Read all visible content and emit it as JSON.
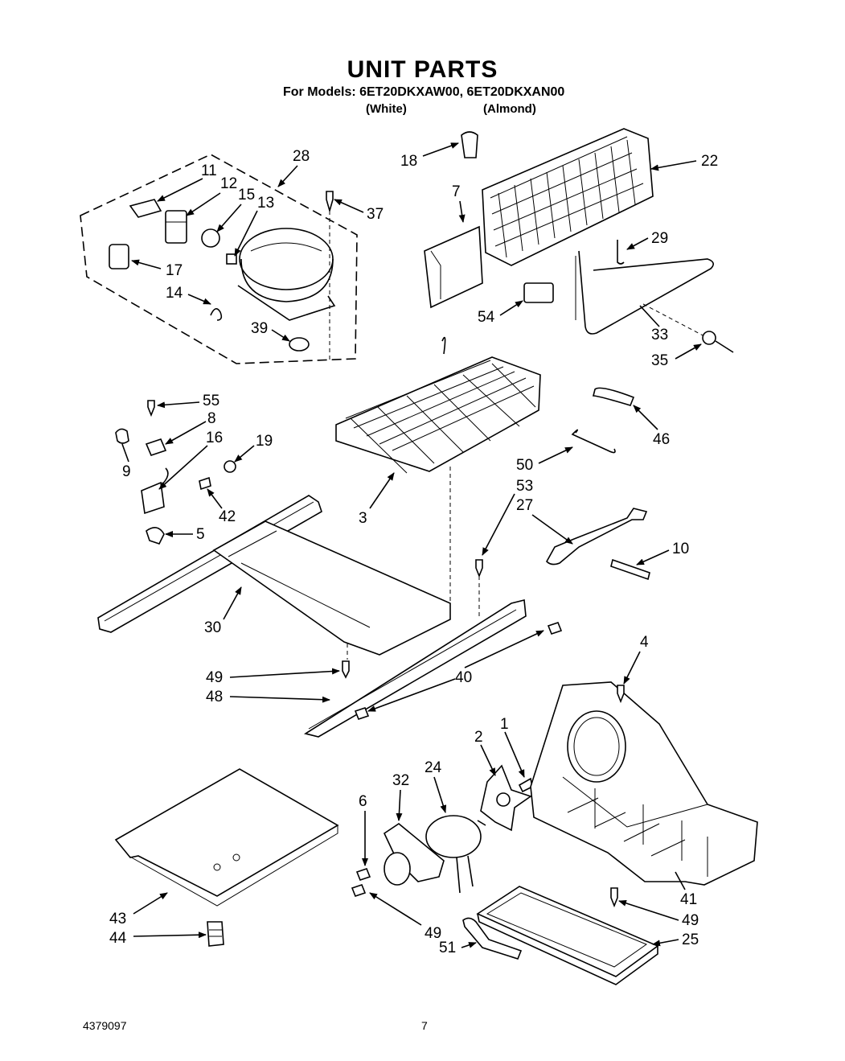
{
  "header": {
    "title": "UNIT PARTS",
    "models": "For Models: 6ET20DKXAW00, 6ET20DKXAN00",
    "variant_white": "(White)",
    "variant_almond": "(Almond)"
  },
  "footer": {
    "doc_number": "4379097",
    "page_number": "7"
  },
  "labels": {
    "p1": "1",
    "p2": "2",
    "p3": "3",
    "p4": "4",
    "p5": "5",
    "p6": "6",
    "p7": "7",
    "p8": "8",
    "p9": "9",
    "p10": "10",
    "p11": "11",
    "p12": "12",
    "p13": "13",
    "p14": "14",
    "p15": "15",
    "p16": "16",
    "p17": "17",
    "p18": "18",
    "p19": "19",
    "p22": "22",
    "p24": "24",
    "p25": "25",
    "p27": "27",
    "p28": "28",
    "p29": "29",
    "p30": "30",
    "p32": "32",
    "p33": "33",
    "p35": "35",
    "p37": "37",
    "p39": "39",
    "p40": "40",
    "p41": "41",
    "p42": "42",
    "p43": "43",
    "p44": "44",
    "p46": "46",
    "p48": "48",
    "p49a": "49",
    "p49b": "49",
    "p49c": "49",
    "p50": "50",
    "p51": "51",
    "p53": "53",
    "p54": "54",
    "p55": "55"
  }
}
